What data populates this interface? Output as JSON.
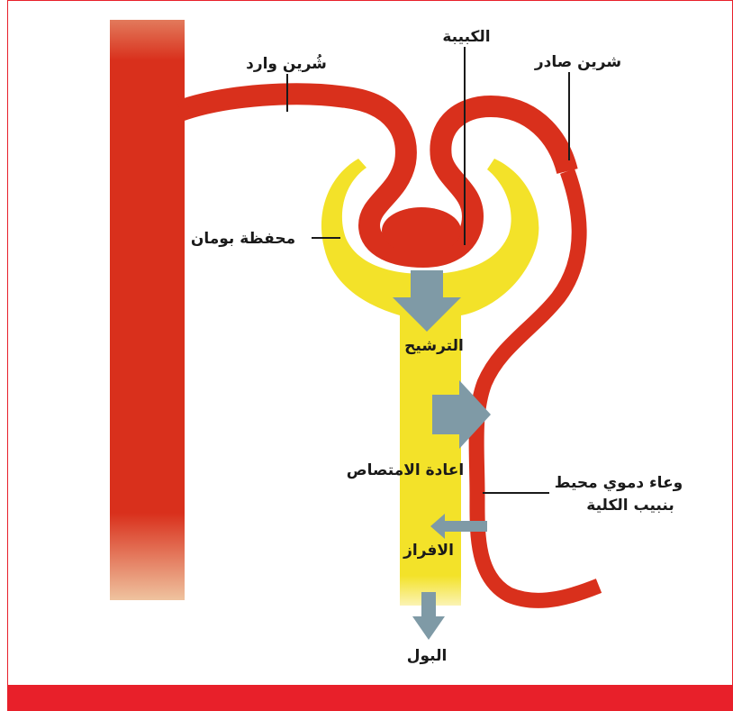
{
  "labels": {
    "afferent_artery": "شُرين وارد",
    "glomerulus": "الكبيبة",
    "efferent_artery": "شرين صادر",
    "bowman_capsule": "محفظة بومان",
    "filtration": "الترشيح",
    "reabsorption": "اعادة الامتصاص",
    "capillary_line1": "وعاء دموي محيط",
    "capillary_line2": "بنبيب الكلية",
    "secretion": "الافراز",
    "urine": "البول"
  },
  "colors": {
    "frame_border": "#e8202a",
    "bottom_bar": "#e8202a",
    "artery": "#d9301c",
    "artery_light": "#e9b08a",
    "tubule": "#f3e229",
    "arrow": "#7f9aa6",
    "leader_line": "#1a1a1a"
  }
}
